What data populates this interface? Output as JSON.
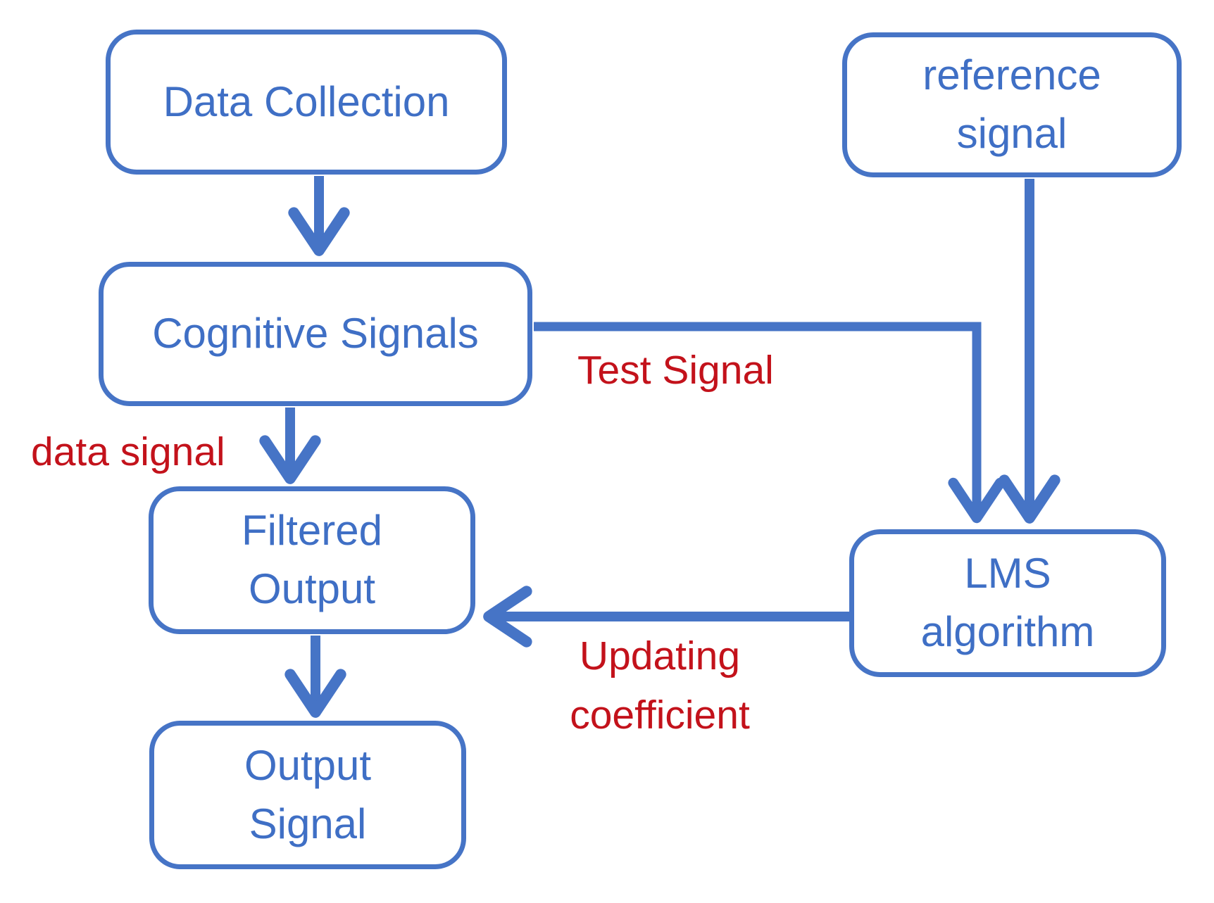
{
  "diagram": {
    "nodes": {
      "data_collection": {
        "label": "Data Collection"
      },
      "reference_signal": {
        "label": "reference signal"
      },
      "cognitive_signals": {
        "label": "Cognitive Signals"
      },
      "filtered_output": {
        "label": "Filtered Output"
      },
      "lms_algorithm": {
        "label": "LMS algorithm"
      },
      "output_signal": {
        "label": "Output Signal"
      }
    },
    "edge_labels": {
      "test_signal": "Test Signal",
      "data_signal": "data signal",
      "updating_coefficient": "Updating coefficient"
    },
    "edges": [
      {
        "from": "data_collection",
        "to": "cognitive_signals",
        "label": ""
      },
      {
        "from": "cognitive_signals",
        "to": "lms_algorithm",
        "label": "Test Signal"
      },
      {
        "from": "reference_signal",
        "to": "lms_algorithm",
        "label": ""
      },
      {
        "from": "cognitive_signals",
        "to": "filtered_output",
        "label": "data signal"
      },
      {
        "from": "lms_algorithm",
        "to": "filtered_output",
        "label": "Updating coefficient"
      },
      {
        "from": "filtered_output",
        "to": "output_signal",
        "label": ""
      }
    ],
    "colors": {
      "node_border": "#4674C6",
      "node_text": "#3F6FC5",
      "edge": "#4674C6",
      "edge_label": "#C3121B",
      "background": "#FFFFFF"
    }
  }
}
